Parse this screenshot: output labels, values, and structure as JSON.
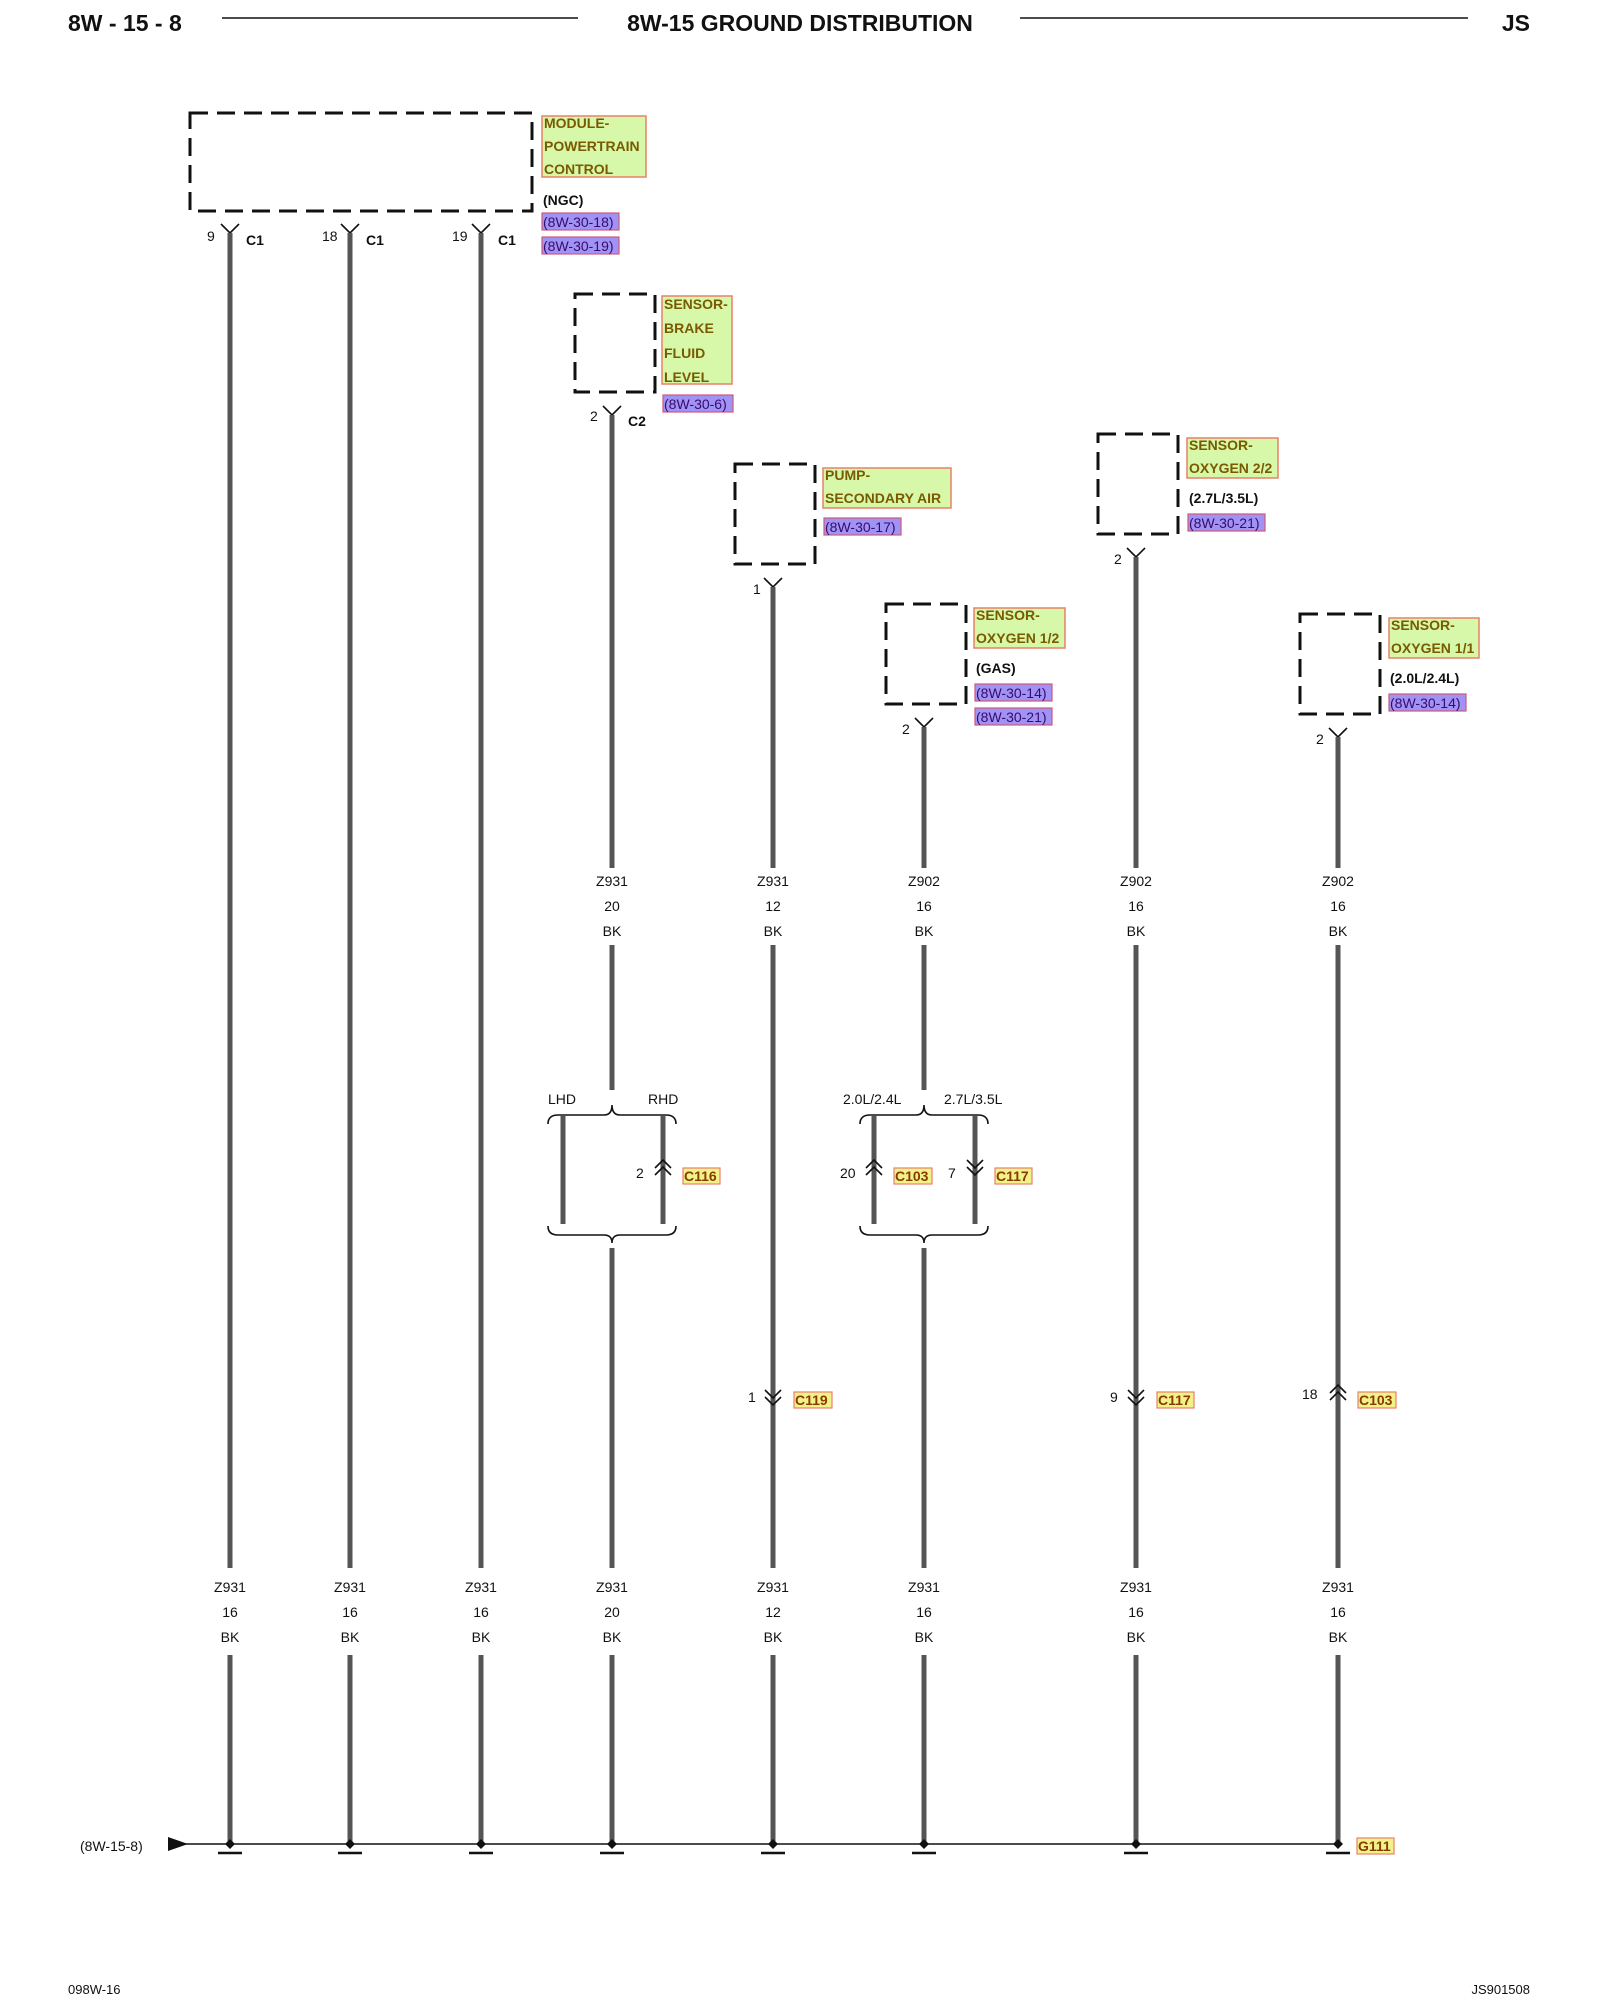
{
  "header": {
    "page_id": "8W - 15 - 8",
    "title": "8W-15 GROUND DISTRIBUTION",
    "model": "JS"
  },
  "footer": {
    "left_code": "098W-16",
    "right_code": "JS901508"
  },
  "components": {
    "pcm": {
      "name_lines": [
        "MODULE-",
        "POWERTRAIN",
        "CONTROL"
      ],
      "variant": "(NGC)",
      "refs": [
        "(8W-30-18)",
        "(8W-30-19)"
      ]
    },
    "brake": {
      "name_lines": [
        "SENSOR-",
        "BRAKE",
        "FLUID",
        "LEVEL"
      ],
      "refs": [
        "(8W-30-6)"
      ]
    },
    "pump": {
      "name_lines": [
        "PUMP-",
        "SECONDARY AIR"
      ],
      "refs": [
        "(8W-30-17)"
      ]
    },
    "o2_12": {
      "name_lines": [
        "SENSOR-",
        "OXYGEN 1/2"
      ],
      "variant": "(GAS)",
      "refs": [
        "(8W-30-14)",
        "(8W-30-21)"
      ]
    },
    "o2_22": {
      "name_lines": [
        "SENSOR-",
        "OXYGEN 2/2"
      ],
      "variant": "(2.7L/3.5L)",
      "refs": [
        "(8W-30-21)"
      ]
    },
    "o2_11": {
      "name_lines": [
        "SENSOR-",
        "OXYGEN 1/1"
      ],
      "variant": "(2.0L/2.4L)",
      "refs": [
        "(8W-30-14)"
      ]
    }
  },
  "pins": {
    "pcm": [
      {
        "pin": "9",
        "connector": "C1"
      },
      {
        "pin": "18",
        "connector": "C1"
      },
      {
        "pin": "19",
        "connector": "C1"
      }
    ],
    "brake": {
      "pin": "2",
      "connector": "C2"
    },
    "pump": {
      "pin": "1"
    },
    "o2_12": {
      "pin": "2"
    },
    "o2_22": {
      "pin": "2"
    },
    "o2_11": {
      "pin": "2"
    }
  },
  "upper_wires": [
    {
      "circuit": "Z931",
      "gauge": "20",
      "color": "BK"
    },
    {
      "circuit": "Z931",
      "gauge": "12",
      "color": "BK"
    },
    {
      "circuit": "Z902",
      "gauge": "16",
      "color": "BK"
    },
    {
      "circuit": "Z902",
      "gauge": "16",
      "color": "BK"
    },
    {
      "circuit": "Z902",
      "gauge": "16",
      "color": "BK"
    }
  ],
  "options": {
    "brake": {
      "left": "LHD",
      "right": "RHD",
      "right_pin": "2",
      "right_connector": "C116"
    },
    "o2_12": {
      "left": "2.0L/2.4L",
      "right": "2.7L/3.5L",
      "left_pin": "20",
      "left_connector": "C103",
      "right_pin": "7",
      "right_connector": "C117"
    }
  },
  "inline_connectors": [
    {
      "pin": "1",
      "connector": "C119"
    },
    {
      "pin": "9",
      "connector": "C117"
    },
    {
      "pin": "18",
      "connector": "C103"
    }
  ],
  "lower_wires": [
    {
      "circuit": "Z931",
      "gauge": "16",
      "color": "BK"
    },
    {
      "circuit": "Z931",
      "gauge": "16",
      "color": "BK"
    },
    {
      "circuit": "Z931",
      "gauge": "16",
      "color": "BK"
    },
    {
      "circuit": "Z931",
      "gauge": "20",
      "color": "BK"
    },
    {
      "circuit": "Z931",
      "gauge": "12",
      "color": "BK"
    },
    {
      "circuit": "Z931",
      "gauge": "16",
      "color": "BK"
    },
    {
      "circuit": "Z931",
      "gauge": "16",
      "color": "BK"
    },
    {
      "circuit": "Z931",
      "gauge": "16",
      "color": "BK"
    }
  ],
  "ground": {
    "ref": "(8W-15-8)",
    "label": "G111"
  },
  "colors": {
    "wire": "#555555",
    "component_highlight": "#d6f8a8",
    "ref_highlight": "#9f93f5",
    "connector_highlight": "#f2f28a"
  }
}
